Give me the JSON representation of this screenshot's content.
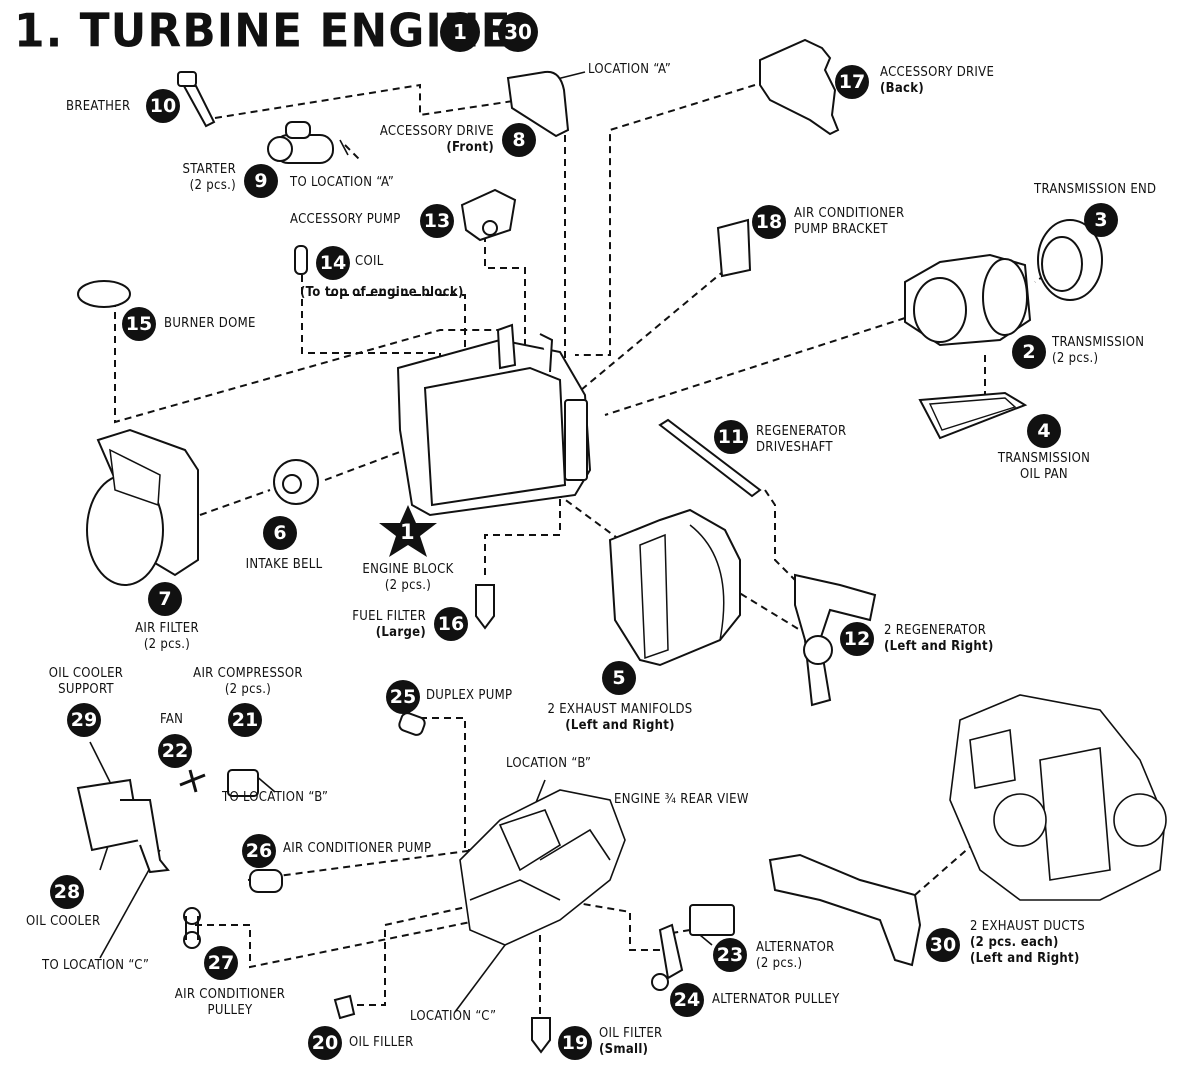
{
  "header": {
    "title": "1. TURBINE ENGINE",
    "range_from": "1",
    "range_sep": "–",
    "range_to": "30"
  },
  "parts": [
    {
      "n": "1",
      "l1": "ENGINE BLOCK",
      "l2": "(2 pcs.)"
    },
    {
      "n": "2",
      "l1": "TRANSMISSION",
      "l2": "(2 pcs.)"
    },
    {
      "n": "3",
      "l1": "TRANSMISSION END"
    },
    {
      "n": "4",
      "l1": "TRANSMISSION",
      "l2": "OIL PAN"
    },
    {
      "n": "5",
      "l1": "2 EXHAUST MANIFOLDS",
      "l2": "(Left and Right)"
    },
    {
      "n": "6",
      "l1": "INTAKE BELL"
    },
    {
      "n": "7",
      "l1": "AIR FILTER",
      "l2": "(2 pcs.)"
    },
    {
      "n": "8",
      "l1": "ACCESSORY DRIVE",
      "l2": "(Front)"
    },
    {
      "n": "9",
      "l1": "STARTER",
      "l2": "(2 pcs.)"
    },
    {
      "n": "10",
      "l1": "BREATHER"
    },
    {
      "n": "11",
      "l1": "REGENERATOR",
      "l2": "DRIVESHAFT"
    },
    {
      "n": "12",
      "l1": "2 REGENERATOR",
      "l2": "(Left and Right)"
    },
    {
      "n": "13",
      "l1": "ACCESSORY PUMP"
    },
    {
      "n": "14",
      "l1": "COIL",
      "l2": "(To top of engine block)"
    },
    {
      "n": "15",
      "l1": "BURNER DOME"
    },
    {
      "n": "16",
      "l1": "FUEL FILTER",
      "l2": "(Large)"
    },
    {
      "n": "17",
      "l1": "ACCESSORY DRIVE",
      "l2": "(Back)"
    },
    {
      "n": "18",
      "l1": "AIR CONDITIONER",
      "l2": "PUMP BRACKET"
    },
    {
      "n": "19",
      "l1": "OIL FILTER",
      "l2": "(Small)"
    },
    {
      "n": "20",
      "l1": "OIL FILLER"
    },
    {
      "n": "21",
      "l1": "AIR COMPRESSOR",
      "l2": "(2 pcs.)"
    },
    {
      "n": "22",
      "l1": "FAN"
    },
    {
      "n": "23",
      "l1": "ALTERNATOR",
      "l2": "(2 pcs.)"
    },
    {
      "n": "24",
      "l1": "ALTERNATOR PULLEY"
    },
    {
      "n": "25",
      "l1": "DUPLEX PUMP"
    },
    {
      "n": "26",
      "l1": "AIR CONDITIONER PUMP"
    },
    {
      "n": "27",
      "l1": "AIR CONDITIONER",
      "l2": "PULLEY"
    },
    {
      "n": "28",
      "l1": "OIL COOLER"
    },
    {
      "n": "29",
      "l1": "OIL COOLER",
      "l2": "SUPPORT"
    },
    {
      "n": "30",
      "l1": "2 EXHAUST DUCTS",
      "l2": "(2 pcs. each)",
      "l3": "(Left and Right)"
    }
  ],
  "notes": {
    "location_a": "LOCATION “A”",
    "to_location_a": "TO LOCATION “A”",
    "location_b": "LOCATION “B”",
    "to_location_b": "TO LOCATION “B”",
    "location_c": "LOCATION “C”",
    "to_location_c": "TO LOCATION “C”",
    "rear_view": "ENGINE ¾ REAR VIEW"
  }
}
